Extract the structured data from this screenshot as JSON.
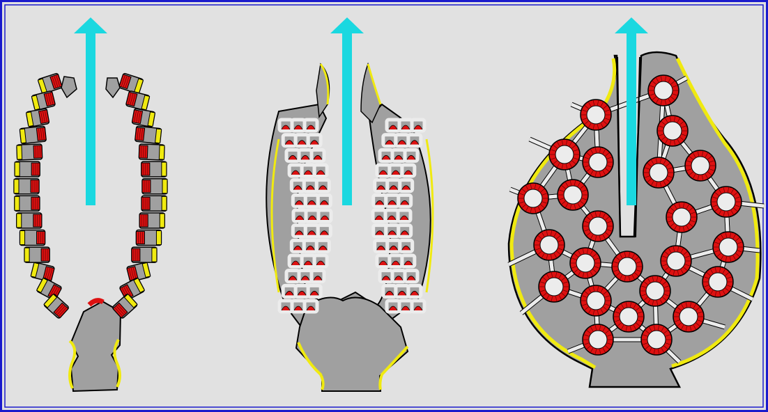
{
  "colors": {
    "background": "#e1e1e1",
    "frame_outer": "#1a1acc",
    "frame_inner": "#1a1acc",
    "tissue": "#a0a0a0",
    "outline": "#000000",
    "epidermis": "#f0ea10",
    "chamber": "#dd1111",
    "channel": "#ececec",
    "arrow": "#1ad8e0"
  },
  "panels": [
    {
      "stage": 1,
      "arrow": "arrow-icon"
    },
    {
      "stage": 2,
      "arrow": "arrow-icon"
    },
    {
      "stage": 3,
      "arrow": "arrow-icon"
    }
  ]
}
